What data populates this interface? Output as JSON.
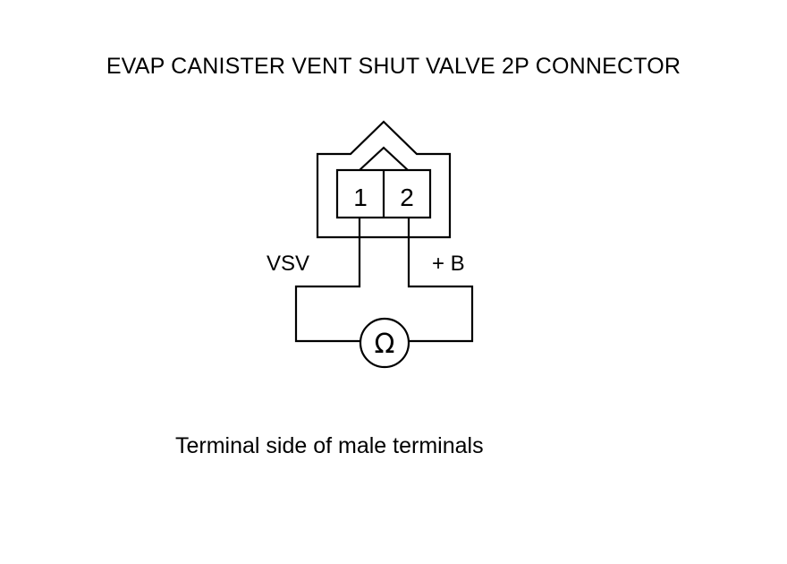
{
  "title": "EVAP CANISTER VENT SHUT VALVE 2P CONNECTOR",
  "connector": {
    "pins": [
      {
        "number": "1"
      },
      {
        "number": "2"
      }
    ]
  },
  "wires": {
    "left_label": "VSV",
    "right_label": "+ B"
  },
  "meter": {
    "symbol": "Ω"
  },
  "caption": "Terminal side of male terminals"
}
